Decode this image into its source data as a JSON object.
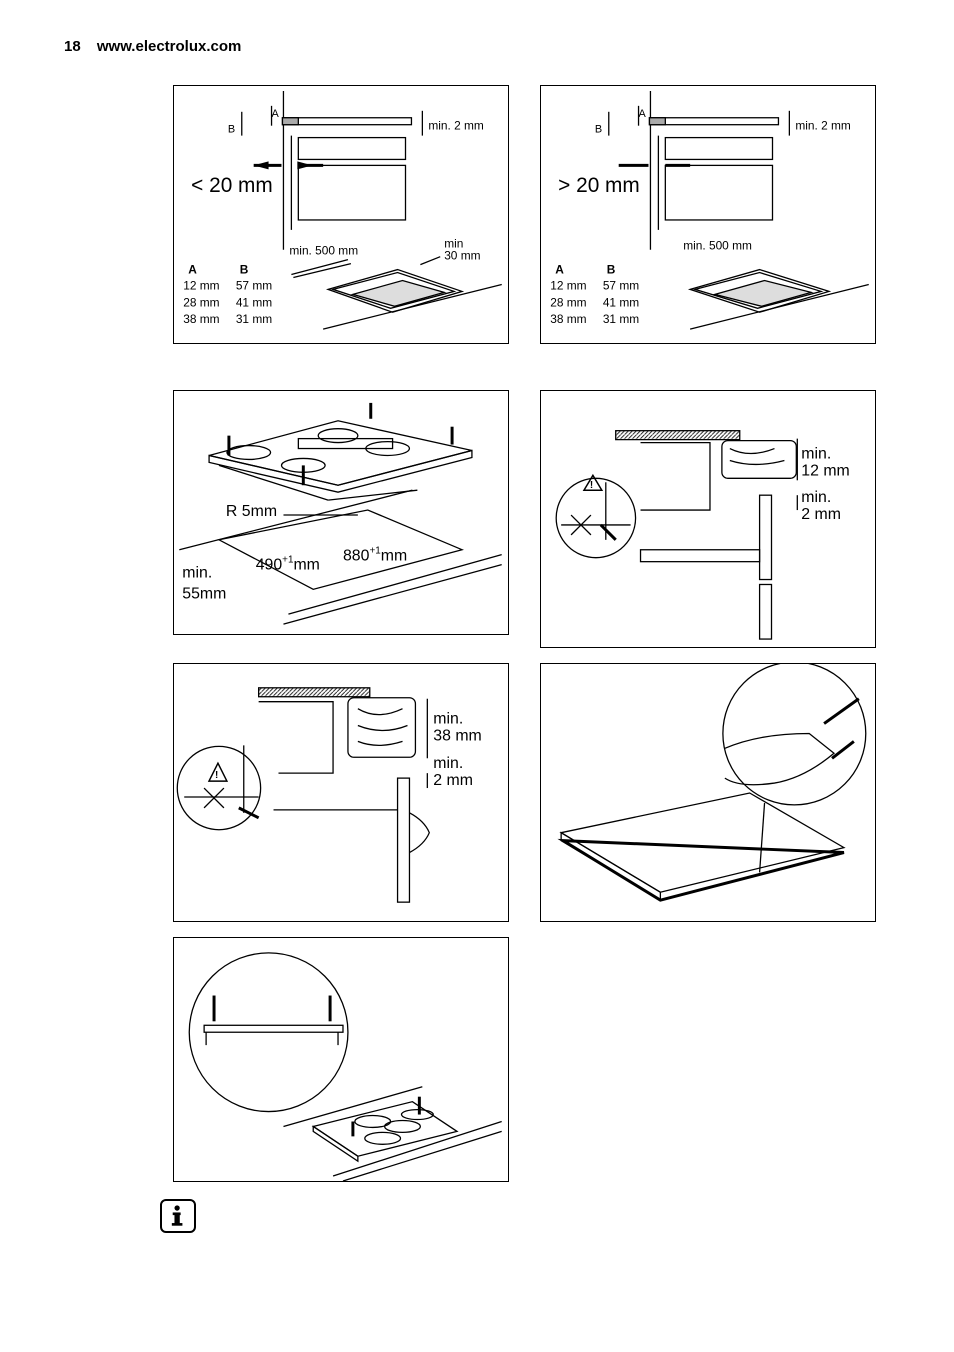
{
  "header": {
    "page_number": "18",
    "site": "www.electrolux.com"
  },
  "panel1": {
    "label_a": "A",
    "label_b": "B",
    "gap_top": "min. 2 mm",
    "side_gap": "< 20 mm",
    "depth": "min. 500 mm",
    "min_label": "min",
    "min_value": "30 mm",
    "table_head": [
      "A",
      "B"
    ],
    "table_rows": [
      [
        "12 mm",
        "57 mm"
      ],
      [
        "28 mm",
        "41 mm"
      ],
      [
        "38 mm",
        "31 mm"
      ]
    ]
  },
  "panel2": {
    "label_a": "A",
    "label_b": "B",
    "gap_top": "min. 2 mm",
    "side_gap": "> 20 mm",
    "depth": "min. 500 mm",
    "table_head": [
      "A",
      "B"
    ],
    "table_rows": [
      [
        "12 mm",
        "57 mm"
      ],
      [
        "28 mm",
        "41 mm"
      ],
      [
        "38 mm",
        "31 mm"
      ]
    ]
  },
  "panel3": {
    "radius": "R 5mm",
    "width_val": "490",
    "width_sup": "+1",
    "width_unit": "mm",
    "length_val": "880",
    "length_sup": "+1",
    "length_unit": "mm",
    "edge_min": "min.",
    "edge_val": "55mm"
  },
  "panel4": {
    "top_min": "min.",
    "top_val": "12 mm",
    "gap_min": "min.",
    "gap_val": "2 mm"
  },
  "panel5": {
    "top_min": "min.",
    "top_val": "38 mm",
    "gap_min": "min.",
    "gap_val": "2 mm"
  },
  "icons": {
    "warning": "warning-triangle-icon",
    "info": "info-icon"
  }
}
